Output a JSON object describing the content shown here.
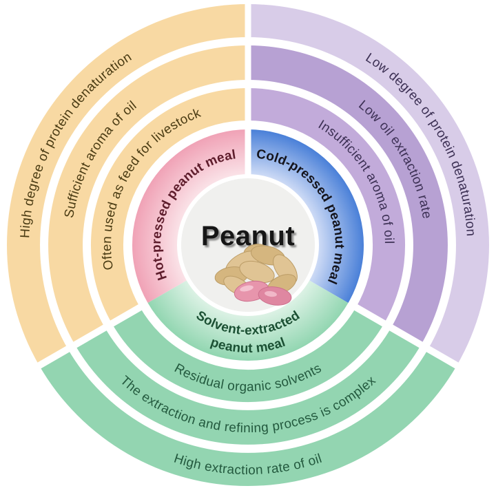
{
  "center": {
    "title": "Peanut",
    "title_color": "#161616",
    "circle_color": "#f0f0ee",
    "image": "peanut-pile-with-kernels",
    "shell_color": "#e0c494",
    "shell_color_dark": "#d5b67f",
    "kernel_color": "#e795ac",
    "kernel_color_dark": "#df87a1"
  },
  "inner_ring": {
    "segments": [
      {
        "label": "Hot-pressed peanut meal",
        "position": "top-left",
        "text_color": "#5e1d2c",
        "color_outer": "#f0a2b6",
        "color_inner": "#fbe7eb"
      },
      {
        "label": "Cold-pressed peanut meal",
        "position": "top-right",
        "text_color": "#14141c",
        "color_outer": "#4a80d8",
        "color_inner": "#d8e2f8"
      },
      {
        "label_line1": "Solvent-extracted",
        "label_line2": "peanut meal",
        "position": "bottom",
        "text_color": "#1c5134",
        "color_outer": "#92d6b1",
        "color_inner": "#e2f4e9"
      }
    ]
  },
  "outer_rings": {
    "hot_pressed": {
      "position": "top-left",
      "ring_color": "#f8d9a3",
      "text_color": "#4a3b13",
      "items": [
        "Often used as feed for livestock",
        "Sufficient aroma of oil",
        "High degree of protein denaturation"
      ]
    },
    "cold_pressed": {
      "position": "top-right",
      "ring_colors": [
        "#c2abda",
        "#b7a1d3",
        "#d8cce8"
      ],
      "text_color": "#3c3054",
      "items": [
        "Insufficient aroma of oil",
        "Low oil extraction rate",
        "Low degree of protein denaturation"
      ]
    },
    "solvent_extracted": {
      "position": "bottom",
      "ring_color": "#93d5b1",
      "text_color": "#23593e",
      "items": [
        "Residual organic solvents",
        "The extraction and refining process is complex",
        "High extraction rate of oil"
      ]
    }
  }
}
